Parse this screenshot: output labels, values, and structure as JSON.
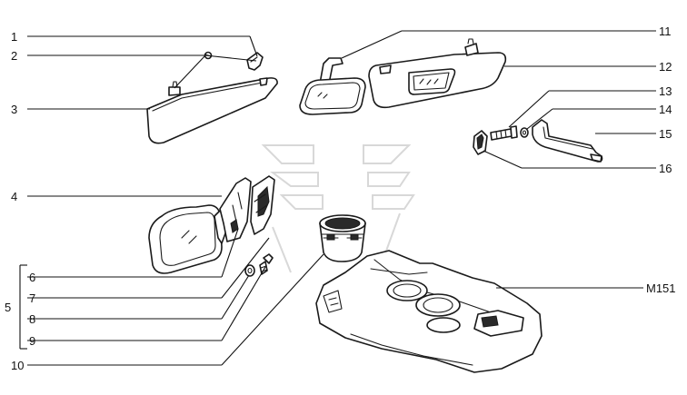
{
  "diagram": {
    "callouts": [
      "1",
      "2",
      "3",
      "4",
      "5",
      "6",
      "7",
      "8",
      "9",
      "10",
      "11",
      "12",
      "13",
      "14",
      "15",
      "16",
      "M151"
    ]
  }
}
